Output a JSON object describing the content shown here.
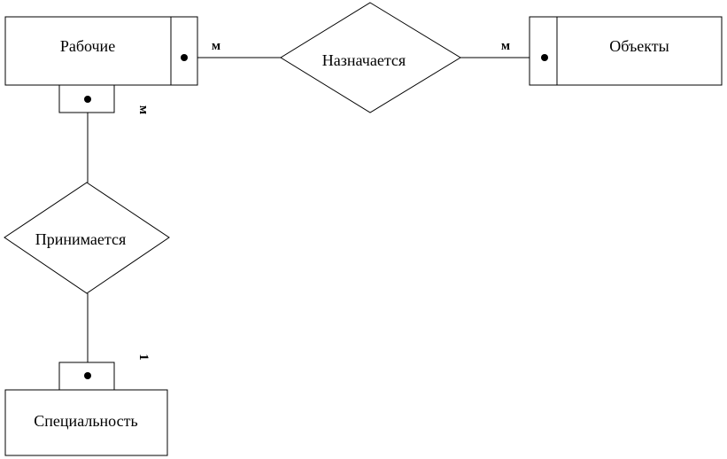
{
  "entities": {
    "workers": "Рабочие",
    "objects": "Объекты",
    "specialty": "Специальность"
  },
  "relationships": {
    "assigned": "Назначается",
    "accepted": "Принимается"
  },
  "cardinalities": {
    "workers_assigned": "м",
    "objects_assigned": "м",
    "workers_accepted": "м",
    "specialty_accepted": "1"
  }
}
